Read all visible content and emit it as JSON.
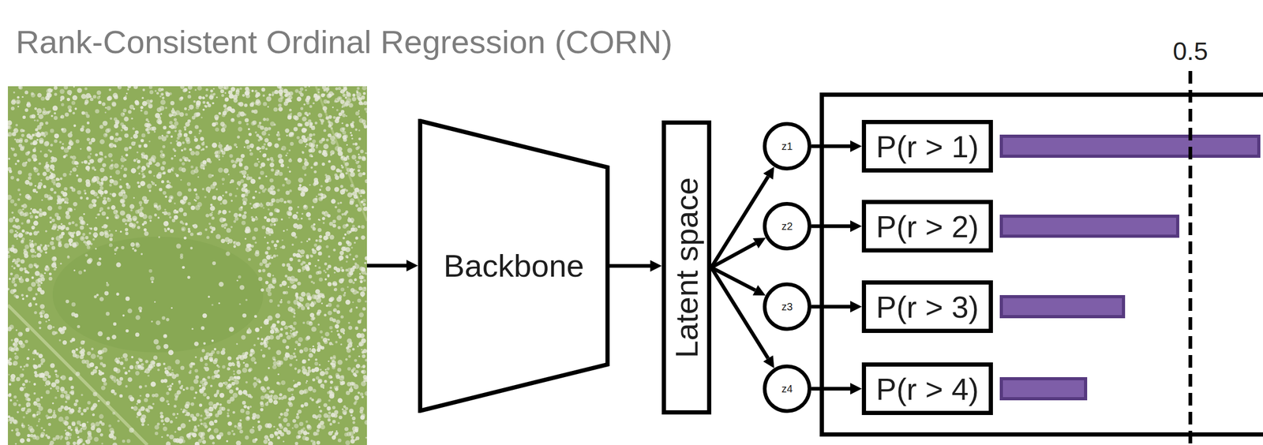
{
  "diagram": {
    "title": "Rank-Consistent Ordinal Regression (CORN)",
    "nodes": [
      {
        "text": [
          "Backbone"
        ]
      },
      {
        "text": [
          "Latent space"
        ]
      },
      {
        "text": [
          "z1"
        ]
      },
      {
        "text": [
          "z2"
        ]
      },
      {
        "text": [
          "z3"
        ]
      },
      {
        "text": [
          "z4"
        ]
      },
      {
        "text": [
          "P(r > 1)"
        ]
      },
      {
        "text": [
          "P(r > 2)"
        ]
      },
      {
        "text": [
          "P(r > 3)"
        ]
      },
      {
        "text": [
          "P(r > 4)"
        ]
      }
    ],
    "edges": [
      {
        "from": 0,
        "to": 1,
        "arrow": "to"
      },
      {
        "from": 1,
        "to": 2,
        "arrow": "to"
      },
      {
        "from": 1,
        "to": 3,
        "arrow": "to"
      },
      {
        "from": 1,
        "to": 4,
        "arrow": "to"
      },
      {
        "from": 1,
        "to": 5,
        "arrow": "to"
      },
      {
        "from": 2,
        "to": 6,
        "arrow": "to"
      },
      {
        "from": 3,
        "to": 7,
        "arrow": "to"
      },
      {
        "from": 4,
        "to": 8,
        "arrow": "to"
      },
      {
        "from": 5,
        "to": 9,
        "arrow": "to"
      }
    ],
    "labels": [
      "0.5"
    ]
  }
}
